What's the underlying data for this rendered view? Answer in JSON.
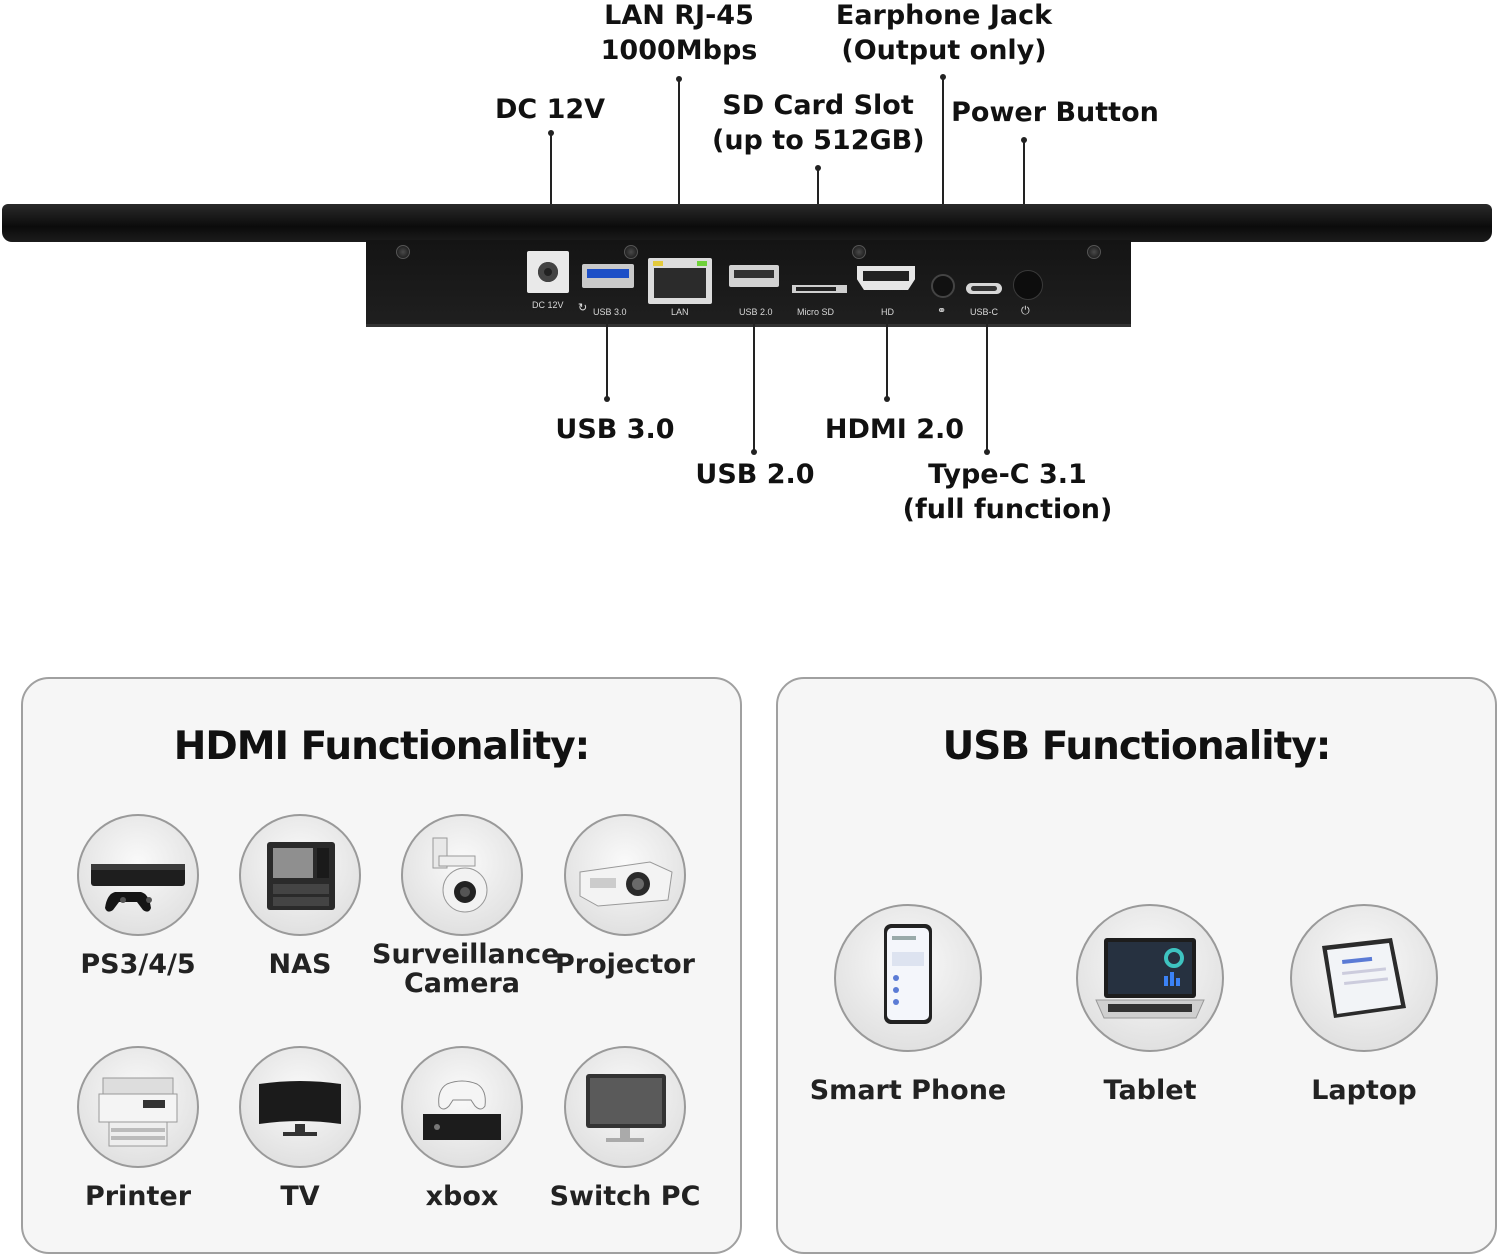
{
  "callouts": {
    "dc": [
      "DC 12V"
    ],
    "lan": [
      "LAN RJ-45",
      "1000Mbps"
    ],
    "sd": [
      "SD Card Slot",
      "(up to 512GB)"
    ],
    "earphone": [
      "Earphone Jack",
      "(Output only)"
    ],
    "power": [
      "Power Button"
    ],
    "usb3": [
      "USB 3.0"
    ],
    "usb2": [
      "USB 2.0"
    ],
    "hdmi": [
      "HDMI 2.0"
    ],
    "typec": [
      "Type-C 3.1",
      "(full function)"
    ]
  },
  "port_captions": {
    "dc": "DC 12V",
    "usb3": "USB 3.0",
    "lan": "LAN",
    "usb2": "USB 2.0",
    "sd": "Micro SD",
    "hdmi": "HD",
    "usbc": "USB-C"
  },
  "hdmi_panel": {
    "title": "HDMI Functionality:",
    "items": [
      {
        "label": [
          "PS3/4/5"
        ],
        "icon": "game-console-icon"
      },
      {
        "label": [
          "NAS"
        ],
        "icon": "nas-icon"
      },
      {
        "label": [
          "Surveillance",
          "Camera"
        ],
        "icon": "camera-icon"
      },
      {
        "label": [
          "Projector"
        ],
        "icon": "projector-icon"
      },
      {
        "label": [
          "Printer"
        ],
        "icon": "printer-icon"
      },
      {
        "label": [
          "TV"
        ],
        "icon": "tv-icon"
      },
      {
        "label": [
          "xbox"
        ],
        "icon": "xbox-icon"
      },
      {
        "label": [
          "Switch PC"
        ],
        "icon": "monitor-icon"
      }
    ]
  },
  "usb_panel": {
    "title": "USB Functionality:",
    "items": [
      {
        "label": [
          "Smart Phone"
        ],
        "icon": "smartphone-icon"
      },
      {
        "label": [
          "Tablet"
        ],
        "icon": "tablet-icon"
      },
      {
        "label": [
          "Laptop"
        ],
        "icon": "laptop-icon"
      }
    ]
  }
}
